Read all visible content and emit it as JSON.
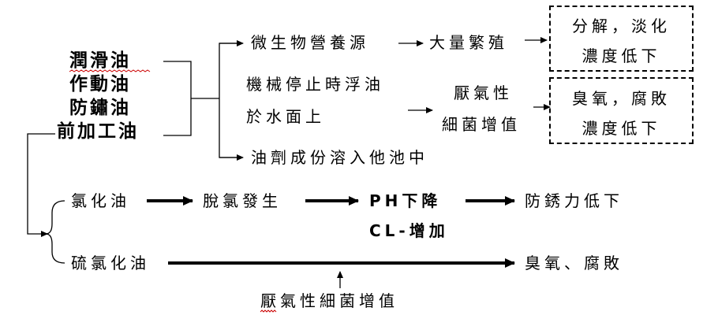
{
  "oils": [
    "潤滑油",
    "作動油",
    "防鏽油",
    "前加工油"
  ],
  "upper": {
    "b1_s1": "微生物營養源",
    "b1_s2": "大量繁殖",
    "b1_s3": [
      "分解，淡化",
      "濃度低下"
    ],
    "b2_s1": [
      "機械停止時浮油",
      "於水面上"
    ],
    "b2_s2": [
      "厭氣性",
      "細菌增值"
    ],
    "b2_s3": [
      "臭氧，腐敗",
      "濃度低下"
    ],
    "b3": "油劑成份溶入他池中"
  },
  "chlorine": {
    "label": "氯化油",
    "s1": "脫氯發生",
    "s2": "PH下降",
    "s2b": "CL-增加",
    "s3": "防銹力低下"
  },
  "sulfur": {
    "label": "硫氯化油",
    "end": "臭氧、腐敗",
    "cause": "厭氣性細菌增值"
  },
  "colors": {
    "stroke": "#000000",
    "spellcheck": "#cc0000"
  }
}
